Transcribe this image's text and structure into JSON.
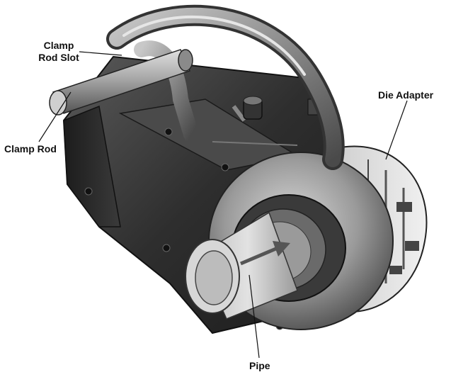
{
  "labels": {
    "clamp_rod_slot_line1": "Clamp",
    "clamp_rod_slot_line2": "Rod Slot",
    "clamp_rod": "Clamp Rod",
    "die_adapter": "Die Adapter",
    "pipe": "Pipe"
  }
}
